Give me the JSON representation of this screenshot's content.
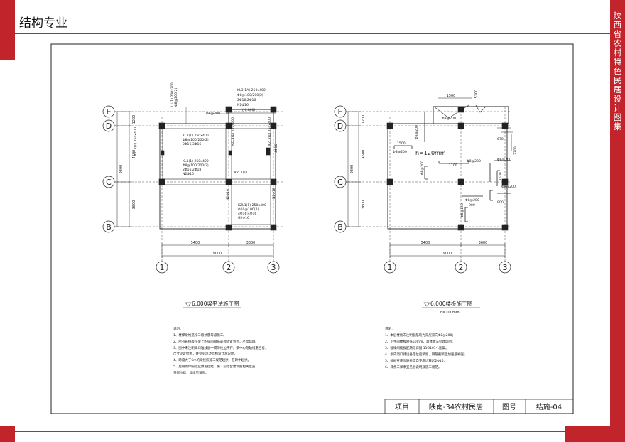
{
  "page": {
    "section_label": "结构专业",
    "series_title": "陕西省农村特色民居设计图集"
  },
  "plans": {
    "left_title": "6.000梁平法施工图",
    "right_title": "6.000楼板施工图",
    "right_subtitle": "h=100mm",
    "slab_thickness": "h=120mm"
  },
  "axes": {
    "rows": [
      "E",
      "D",
      "C",
      "B"
    ],
    "cols": [
      "1",
      "2",
      "3"
    ],
    "row_dims": [
      "1200",
      "4500",
      "9300",
      "3600"
    ],
    "col_dims": [
      "5400",
      "3600",
      "9000"
    ]
  },
  "beam_labels": {
    "kl3": "KL3(1A) 250x400",
    "kl3_stirrup": "Φ8@100/200(2)",
    "kl3_bars": "2Φ16;2Φ16",
    "kl3_tw": "N2Φ16",
    "kl3_offset": "(-0.800)",
    "l1": "L1(1) 200x300",
    "l1_sub": "Φ8@200(2)",
    "kl2": "KL2(1) 250x400",
    "kl2_sub": "Φ8@100/200(2)",
    "kl2_bars": "2Φ16;3Φ16",
    "kl1": "KL1(1) 250x400",
    "kl1_sub": "Φ8@100/200(2)",
    "kl1_bars": "2Φ16;2Φ18",
    "kl1_tw": "N2Φ16",
    "kzl1": "KZL1(1)",
    "kzl1_v": "KZL1(1) 250x400",
    "kzl1_b": "KZL1(1) 250x400",
    "kzl1_b_sub": "Φ10@100(2)",
    "kzl1_b_bars": "4Φ16;4Φ16",
    "kzl1_b_tw": "G2Φ16",
    "kzl2": "KZL2(1) 250x400",
    "kzl_left": "KZL2(1) 250x400",
    "n2_18": "N2Φ18",
    "n2_16": "N2Φ16",
    "tag_416": "4Φ16",
    "tag_t": "Φ8@200"
  },
  "slab_labels": {
    "dims_top": [
      "1500",
      "5300"
    ],
    "d_900": "900",
    "d_1100": "1100",
    "d_1500": "1500",
    "d_2200": "2200",
    "d_670": "670",
    "d_1500b": "1500",
    "r_8200": "Φ8@200",
    "r_8150": "Φ8@150"
  },
  "notes_left": {
    "heading": "说明：",
    "lines": [
      "1、楼梯梁构造按三级抗震等级施工。",
      "2、所有悬挑板在梁上的锚固钢筋必须放置到位，严禁踩踏。",
      "3、图中未注明梁均轴线居中或与柱边平齐，梁中心与轴线重合者，",
      "   尺寸见定位图，并参见现浇结构设计总说明。",
      "4、跨度大于6m的梁按照施工规范起拱，在跨中起拱。",
      "5、后砌砌体隔墙应预留拉结，施工前结合建筑图相关位置，",
      "   预留拉结，具体见详图。"
    ]
  },
  "notes_right": {
    "heading": "说明：",
    "lines": [
      "1、本层楼板未注明配筋均为双层双向Φ8@200；",
      "2、卫生间楼板降低50mm，具体做法见建筑图；",
      "3、楼梯间楼板配筋见详图 11G101-1图集。",
      "4、板内洞口待设备定位后预留，钢筋截断后加强筋补强；",
      "5、楼板支座负筋长度自支座边算起2Φ16；",
      "6、其余未详事宜见总说明及施工规范。"
    ]
  },
  "title_block": {
    "project_label": "项目",
    "project_value": "陕南-34农村民居",
    "drawing_no_label": "图号",
    "drawing_no_value": "结施-04"
  },
  "colors": {
    "accent": "#c2242c",
    "line": "#222222"
  }
}
